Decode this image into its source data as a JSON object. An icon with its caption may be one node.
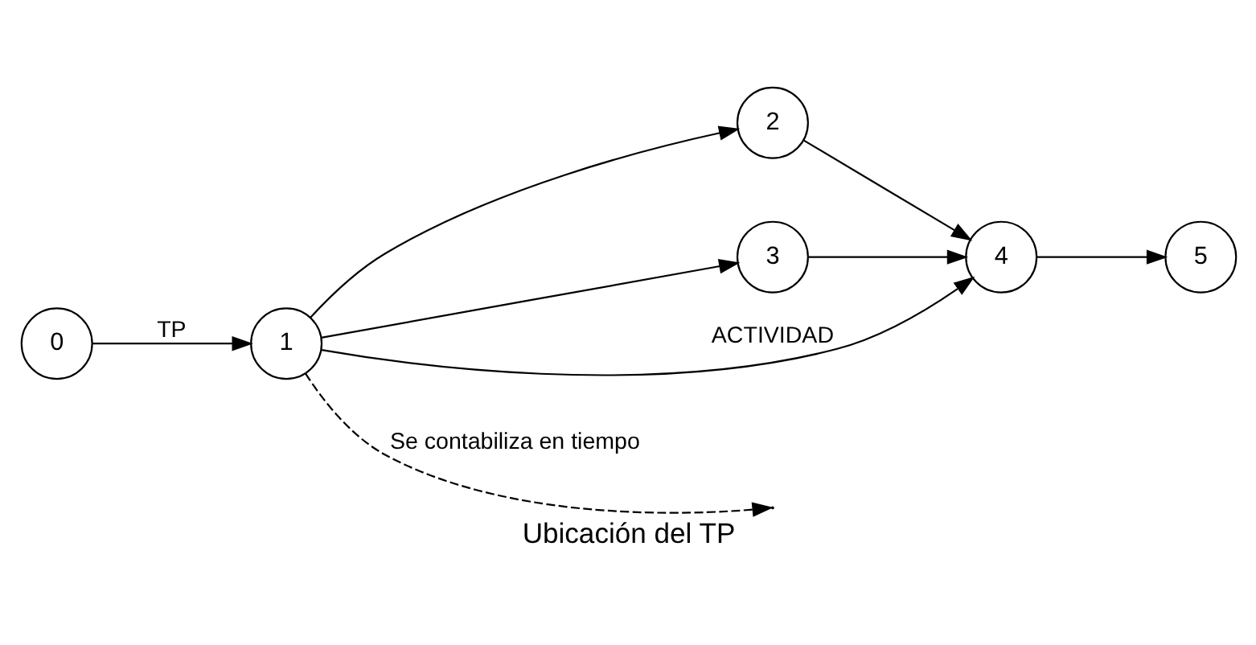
{
  "diagram": {
    "caption": "Ubicación del TP",
    "nodes": [
      {
        "text": [
          "0"
        ]
      },
      {
        "text": [
          "1"
        ]
      },
      {
        "text": [
          "2"
        ]
      },
      {
        "text": [
          "3"
        ]
      },
      {
        "text": [
          "4"
        ]
      },
      {
        "text": [
          "5"
        ]
      }
    ],
    "edges": [
      {
        "from": 0,
        "to": 1,
        "arrow": "to",
        "label": "TP"
      },
      {
        "from": 1,
        "to": 2,
        "arrow": "to"
      },
      {
        "from": 1,
        "to": 4,
        "arrow": "to",
        "label": "ACTIVIDAD"
      },
      {
        "from": 1,
        "to": 3,
        "arrow": "to"
      },
      {
        "from": 2,
        "to": 4,
        "arrow": "to"
      },
      {
        "from": 3,
        "to": 4,
        "arrow": "to"
      },
      {
        "from": 4,
        "to": 5,
        "arrow": "to"
      },
      {
        "from": 1,
        "to": null,
        "arrow": "to",
        "style": "dashed",
        "label": "Se contabiliza en tiempo"
      }
    ]
  }
}
